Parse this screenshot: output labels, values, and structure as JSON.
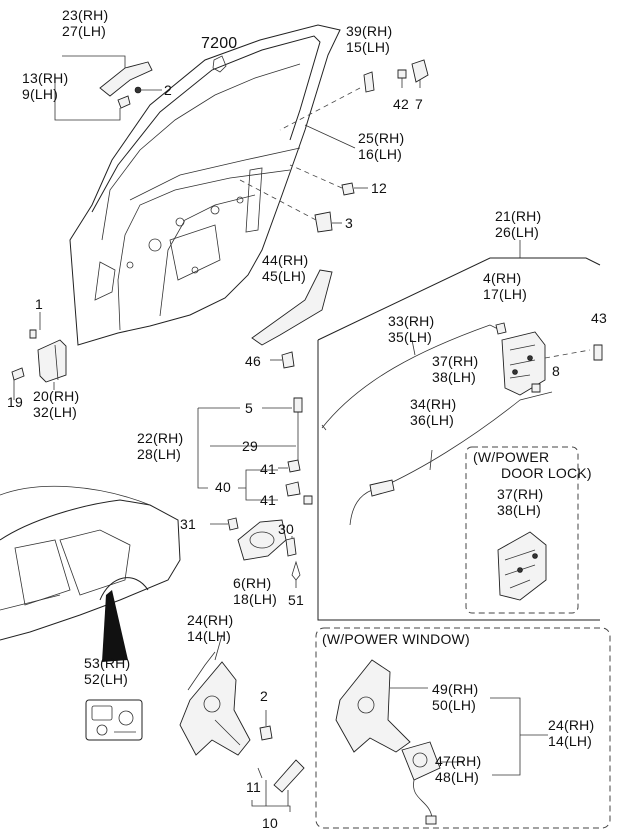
{
  "callouts": {
    "c7200": "7200",
    "c23": "23(RH)",
    "c27": "27(LH)",
    "c13": "13(RH)",
    "c9": "9(LH)",
    "c2a": "2",
    "c39": "39(RH)",
    "c15": "15(LH)",
    "c42": "42",
    "c7": "7",
    "c25": "25(RH)",
    "c16": "16(LH)",
    "c12": "12",
    "c3": "3",
    "c21": "21(RH)",
    "c26": "26(LH)",
    "c44": "44(RH)",
    "c45": "45(LH)",
    "c4": "4(RH)",
    "c17": "17(LH)",
    "c43": "43",
    "c1": "1",
    "c33": "33(RH)",
    "c35": "35(LH)",
    "c37a": "37(RH)",
    "c38a": "38(LH)",
    "c8": "8",
    "c46": "46",
    "c19": "19",
    "c20": "20(RH)",
    "c32": "32(LH)",
    "c5": "5",
    "c34": "34(RH)",
    "c36": "36(LH)",
    "c22": "22(RH)",
    "c28": "28(LH)",
    "c29": "29",
    "c41a": "41",
    "c40": "40",
    "c41b": "41",
    "c31": "31",
    "c30": "30",
    "c6": "6(RH)",
    "c18": "18(LH)",
    "c51": "51",
    "c37b": "37(RH)",
    "c38b": "38(LH)",
    "c24a": "24(RH)",
    "c14a": "14(LH)",
    "c53": "53(RH)",
    "c52": "52(LH)",
    "c2b": "2",
    "c49": "49(RH)",
    "c50": "50(LH)",
    "c24b": "24(RH)",
    "c14b": "14(LH)",
    "c47": "47(RH)",
    "c48": "48(LH)",
    "c11": "11",
    "c10": "10"
  },
  "boxes": {
    "power_door_lock_line1": "(W/POWER",
    "power_door_lock_line2": "DOOR LOCK)",
    "power_window": "(W/POWER WINDOW)"
  }
}
